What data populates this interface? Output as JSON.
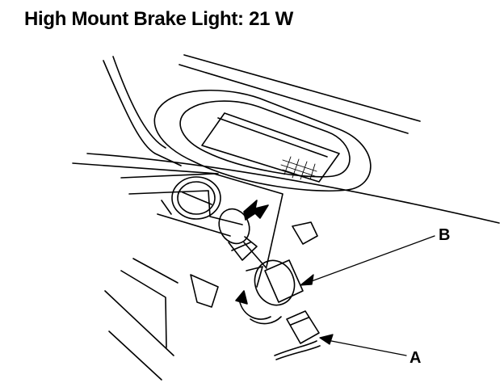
{
  "title": "High Mount Brake Light:  21 W",
  "callouts": {
    "a": "A",
    "b": "B"
  },
  "colors": {
    "ink": "#000000",
    "paper": "#ffffff"
  }
}
